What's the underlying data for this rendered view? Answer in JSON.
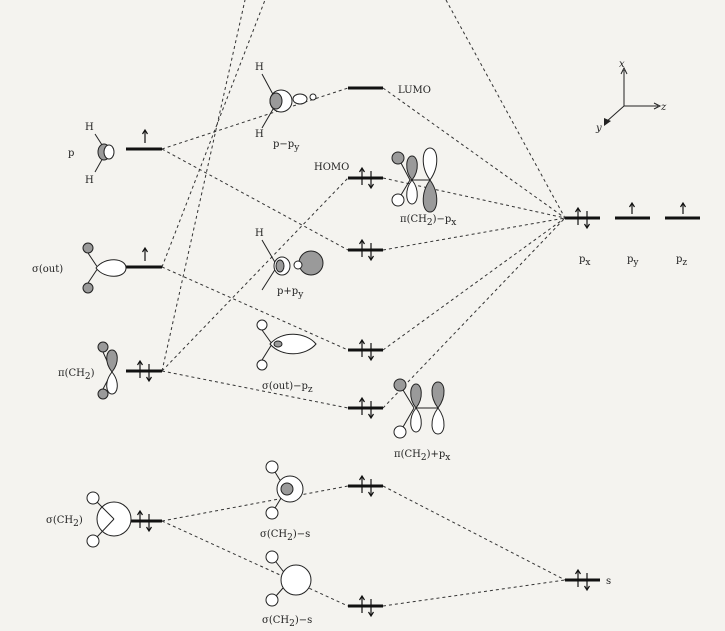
{
  "left": {
    "p": "p",
    "h1": "H",
    "h2": "H",
    "sigma_out": "σ(out)",
    "pi_ch2": "π(CH",
    "pi_ch2_sub": "2",
    "sigma_ch2": "σ(CH",
    "sigma_ch2_sub": "2"
  },
  "center": {
    "h_top1": "H",
    "h_top2": "H",
    "h_mid": "H",
    "p_minus_py": "p−p",
    "py_sub": "y",
    "p_plus_py": "p+p",
    "sigma_out_minus_pz": "σ(out)−p",
    "z_sub": "z",
    "sigma_ch2_minus_s": "σ(CH",
    "sigma_ch2_minus_s_tail": ")−s",
    "sigma_ch2_minus_s2": "σ(CH",
    "sigma_ch2_minus_s2_tail": ")−s",
    "ch2_sub": "2"
  },
  "mo": {
    "lumo": "LUMO",
    "homo": "HOMO",
    "pi_minus_px": "π(CH",
    "pi_minus_px_tail": ")−p",
    "pi_plus_px": "π(CH",
    "pi_plus_px_tail": ")+p",
    "ch2_sub": "2",
    "x_sub": "x"
  },
  "right": {
    "px": "p",
    "px_sub": "x",
    "py": "p",
    "py_sub": "y",
    "pz": "p",
    "pz_sub": "z",
    "s": "s"
  },
  "axes": {
    "x": "x",
    "y": "y",
    "z": "z"
  }
}
